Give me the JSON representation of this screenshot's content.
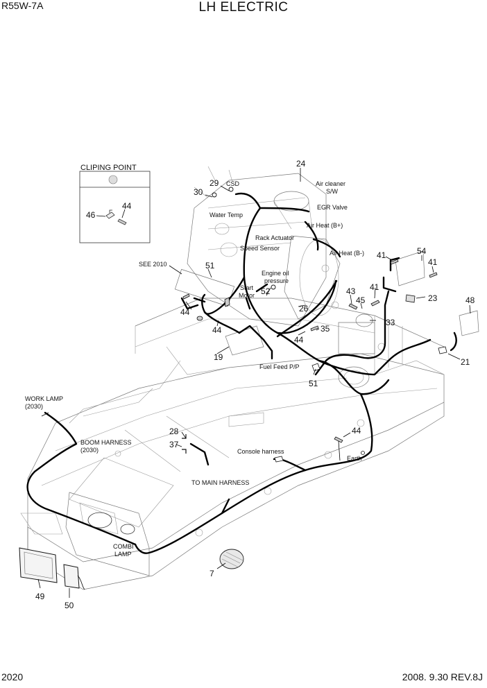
{
  "header": {
    "model": "R55W-7A",
    "title": "LH ELECTRIC"
  },
  "footer": {
    "page": "2020",
    "revision": "2008. 9.30 REV.8J"
  },
  "inset": {
    "title": "CLIPING POINT",
    "parts": [
      "46",
      "44"
    ]
  },
  "part_numbers": {
    "p24": "24",
    "p29": "29",
    "p30": "30",
    "p54": "54",
    "p41a": "41",
    "p41b": "41",
    "p41c": "41",
    "p23": "23",
    "p48": "48",
    "p51a": "51",
    "p52": "52",
    "p43": "43",
    "p45": "45",
    "p33": "33",
    "p26": "26",
    "p35": "35",
    "p44a": "44",
    "p44b": "44",
    "p44c": "44",
    "p44d": "44",
    "p19": "19",
    "p51b": "51",
    "p21": "21",
    "p28": "28",
    "p37": "37",
    "p7": "7",
    "p49": "49",
    "p50": "50"
  },
  "labels": {
    "csd": "CSD",
    "air_cleaner": "Air cleaner",
    "sw": "S/W",
    "egr_valve": "EGR Valve",
    "water_temp": "Water Temp",
    "air_heat_plus": "Air Heat (B+)",
    "rack_actuator": "Rack Actuator",
    "speed_sensor": "Speed Sensor",
    "air_heat_minus": "Air Heat (B-)",
    "see_2010": "SEE 2010",
    "engine_oil": "Engine oil",
    "pressure": "pressure",
    "start": "Start",
    "motor": "Motor",
    "fuel_feed": "Fuel Feed P/P",
    "work_lamp": "WORK LAMP",
    "work_lamp_ref": "(2030)",
    "boom_harness": "BOOM HARNESS",
    "boom_harness_ref": "(2030)",
    "console_harness": "Console harness",
    "earth": "Earth",
    "to_main_harness": "TO MAIN HARNESS",
    "combi": "COMBI",
    "lamp": "LAMP"
  }
}
